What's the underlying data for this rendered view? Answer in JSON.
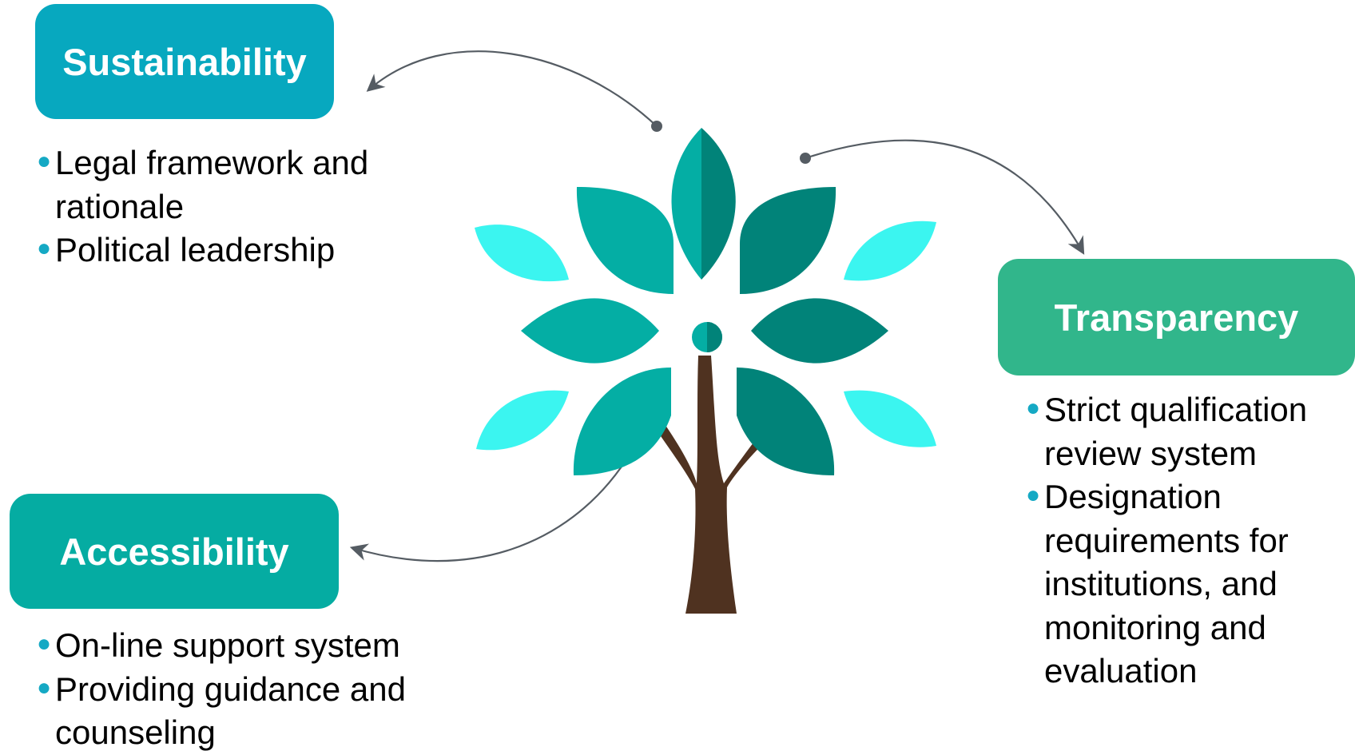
{
  "sustainability": {
    "title": "Sustainability",
    "items": [
      "Legal framework and rationale",
      "Political leadership"
    ]
  },
  "transparency": {
    "title": "Transparency",
    "items": [
      "Strict qualification review system",
      "Designation requirements for institutions, and monitoring and evaluation"
    ]
  },
  "accessibility": {
    "title": "Accessibility",
    "items": [
      "On-line support system",
      "Providing guidance and counseling"
    ]
  },
  "colors": {
    "sustainability_box": "#07a8bf",
    "transparency_box": "#31b68b",
    "accessibility_box": "#05aca2",
    "bullet": "#15a9c4",
    "leaf_light": "#3bf5f0",
    "leaf_mid": "#04aea4",
    "leaf_dark": "#018379",
    "trunk": "#4f3220",
    "arrow": "#555c63"
  },
  "icons": {
    "center": "tree-icon"
  }
}
